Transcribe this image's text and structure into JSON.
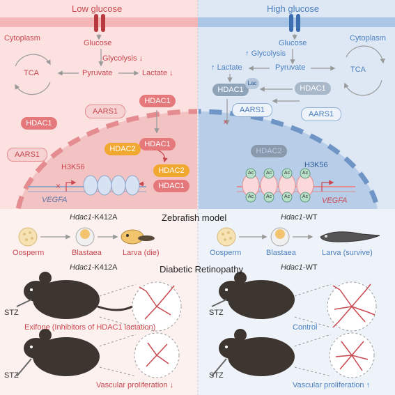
{
  "panels": {
    "low": {
      "title": "Low glucose",
      "cytoplasm": "Cytoplasm",
      "glucose": "Glucose",
      "glycolysis": "Glycolysis",
      "glycolysis_arrow": "↓",
      "tca": "TCA",
      "pyruvate": "Pyruvate",
      "lactate": "Lactate",
      "lactate_arrow": "↓",
      "hdac1_a": "HDAC1",
      "hdac1_b": "HDAC1",
      "hdac1_c": "HDAC1",
      "hdac1_d": "HDAC1",
      "hdac2_a": "HDAC2",
      "hdac2_b": "HDAC2",
      "aars1_a": "AARS1",
      "aars1_b": "AARS1",
      "h3k56": "H3K56",
      "gene": "VEGFA"
    },
    "high": {
      "title": "High glucose",
      "cytoplasm": "Cytoplasm",
      "glucose": "Glucose",
      "glycolysis": "Glycolysis",
      "glycolysis_arrow": "↑",
      "tca": "TCA",
      "pyruvate": "Pyruvate",
      "lactate": "Lactate",
      "lactate_arrow": "↑",
      "hdac1_a": "HDAC1",
      "hdac1_b": "HDAC1",
      "lac": "Lac",
      "aars1_a": "AARS1",
      "aars1_b": "AARS1",
      "hdac2": "HDAC2",
      "h3k56": "H3K56",
      "ac": "Ac",
      "gene": "VEGFA"
    }
  },
  "zebrafish": {
    "title": "Zebrafish model",
    "left_genotype_gene": "Hdac1",
    "left_genotype_suffix": "-K412A",
    "right_genotype_gene": "Hdac1",
    "right_genotype_suffix": "-WT",
    "oosperm": "Oosperm",
    "blastaea": "Blastaea",
    "larva_die": "Larva (die)",
    "larva_survive": "Larva (survive)"
  },
  "retinopathy": {
    "title": "Diabetic Retinopathy",
    "left_genotype_gene": "Hdac1",
    "left_genotype_suffix": "-K412A",
    "right_genotype_gene": "Hdac1",
    "right_genotype_suffix": "-WT",
    "stz": "STZ",
    "left_treatment": "Exifone (Inhibitors of HDAC1 lactation)",
    "right_treatment": "Control",
    "left_outcome": "Vascular proliferation",
    "left_outcome_arrow": "↓",
    "right_outcome": "Vascular proliferation",
    "right_outcome_arrow": "↑"
  },
  "colors": {
    "low_bg": "#fbe1e0",
    "high_bg": "#dde8f4",
    "hdac1_red": "#e4787a",
    "hdac2_orange": "#f0a830",
    "aars1_pink": "#f6d2d3",
    "blue_accent": "#4b7fc0"
  }
}
